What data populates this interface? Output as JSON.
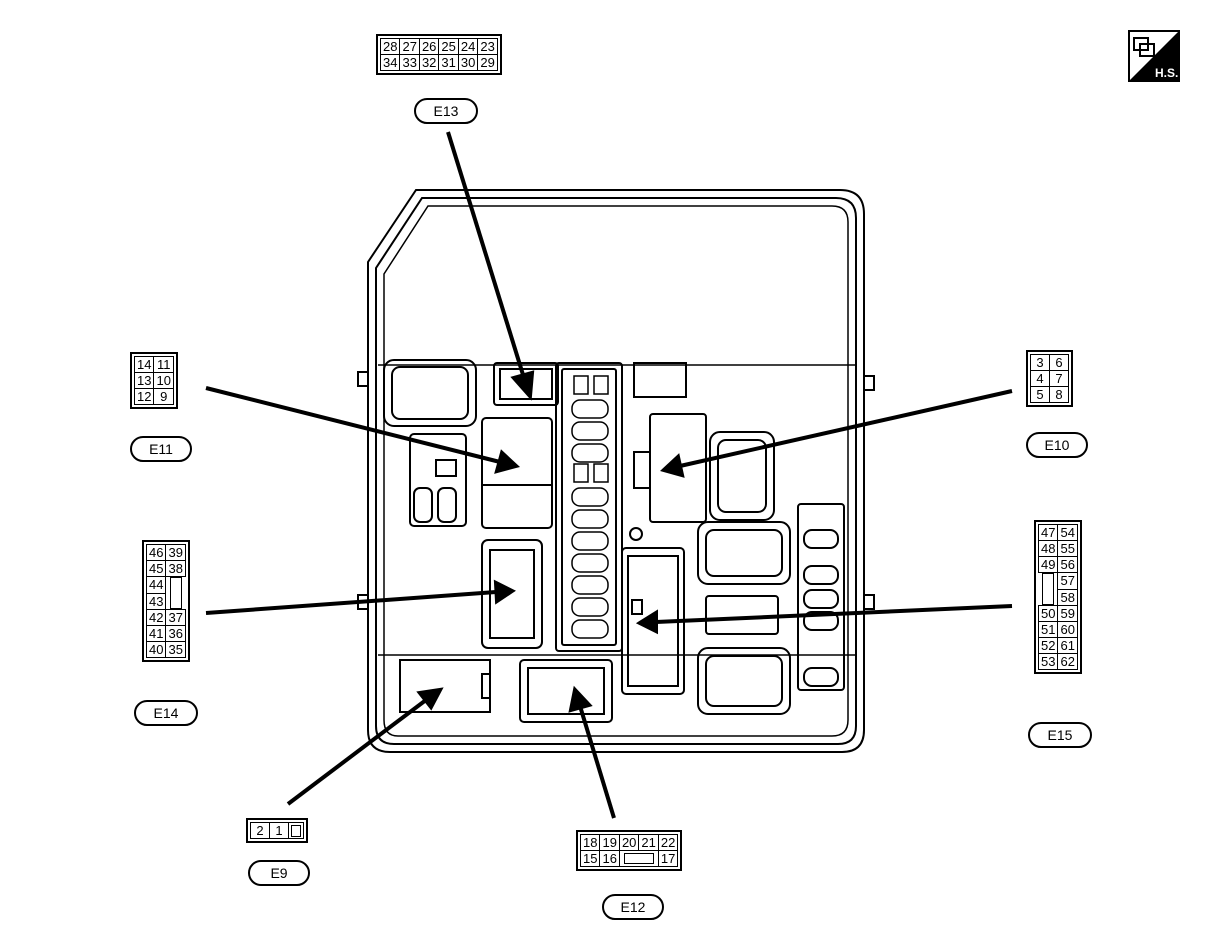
{
  "logo": {
    "text": "H.S."
  },
  "connectors": {
    "E13": {
      "label": "E13",
      "rows": [
        [
          "28",
          "27",
          "26",
          "25",
          "24",
          "23"
        ],
        [
          "34",
          "33",
          "32",
          "31",
          "30",
          "29"
        ]
      ]
    },
    "E11": {
      "label": "E11",
      "rows": [
        [
          "14",
          "11"
        ],
        [
          "13",
          "10"
        ],
        [
          "12",
          "9"
        ]
      ]
    },
    "E10": {
      "label": "E10",
      "rows": [
        [
          "3",
          "6"
        ],
        [
          "4",
          "7"
        ],
        [
          "5",
          "8"
        ]
      ]
    },
    "E14": {
      "label": "E14",
      "rows": [
        [
          "46",
          "39"
        ],
        [
          "45",
          "38"
        ],
        [
          "44",
          ""
        ],
        [
          "43",
          ""
        ],
        [
          "42",
          "37"
        ],
        [
          "41",
          "36"
        ],
        [
          "40",
          "35"
        ]
      ]
    },
    "E15": {
      "label": "E15",
      "rows": [
        [
          "47",
          "54"
        ],
        [
          "48",
          "55"
        ],
        [
          "49",
          "56"
        ],
        [
          "",
          "57"
        ],
        [
          "",
          "58"
        ],
        [
          "50",
          "59"
        ],
        [
          "51",
          "60"
        ],
        [
          "52",
          "61"
        ],
        [
          "53",
          "62"
        ]
      ]
    },
    "E9": {
      "label": "E9",
      "cells": [
        "2",
        "1",
        ""
      ]
    },
    "E12": {
      "label": "E12",
      "rows": [
        [
          "18",
          "19",
          "20",
          "21",
          "22"
        ],
        [
          "15",
          "16",
          "",
          "17"
        ]
      ]
    }
  }
}
